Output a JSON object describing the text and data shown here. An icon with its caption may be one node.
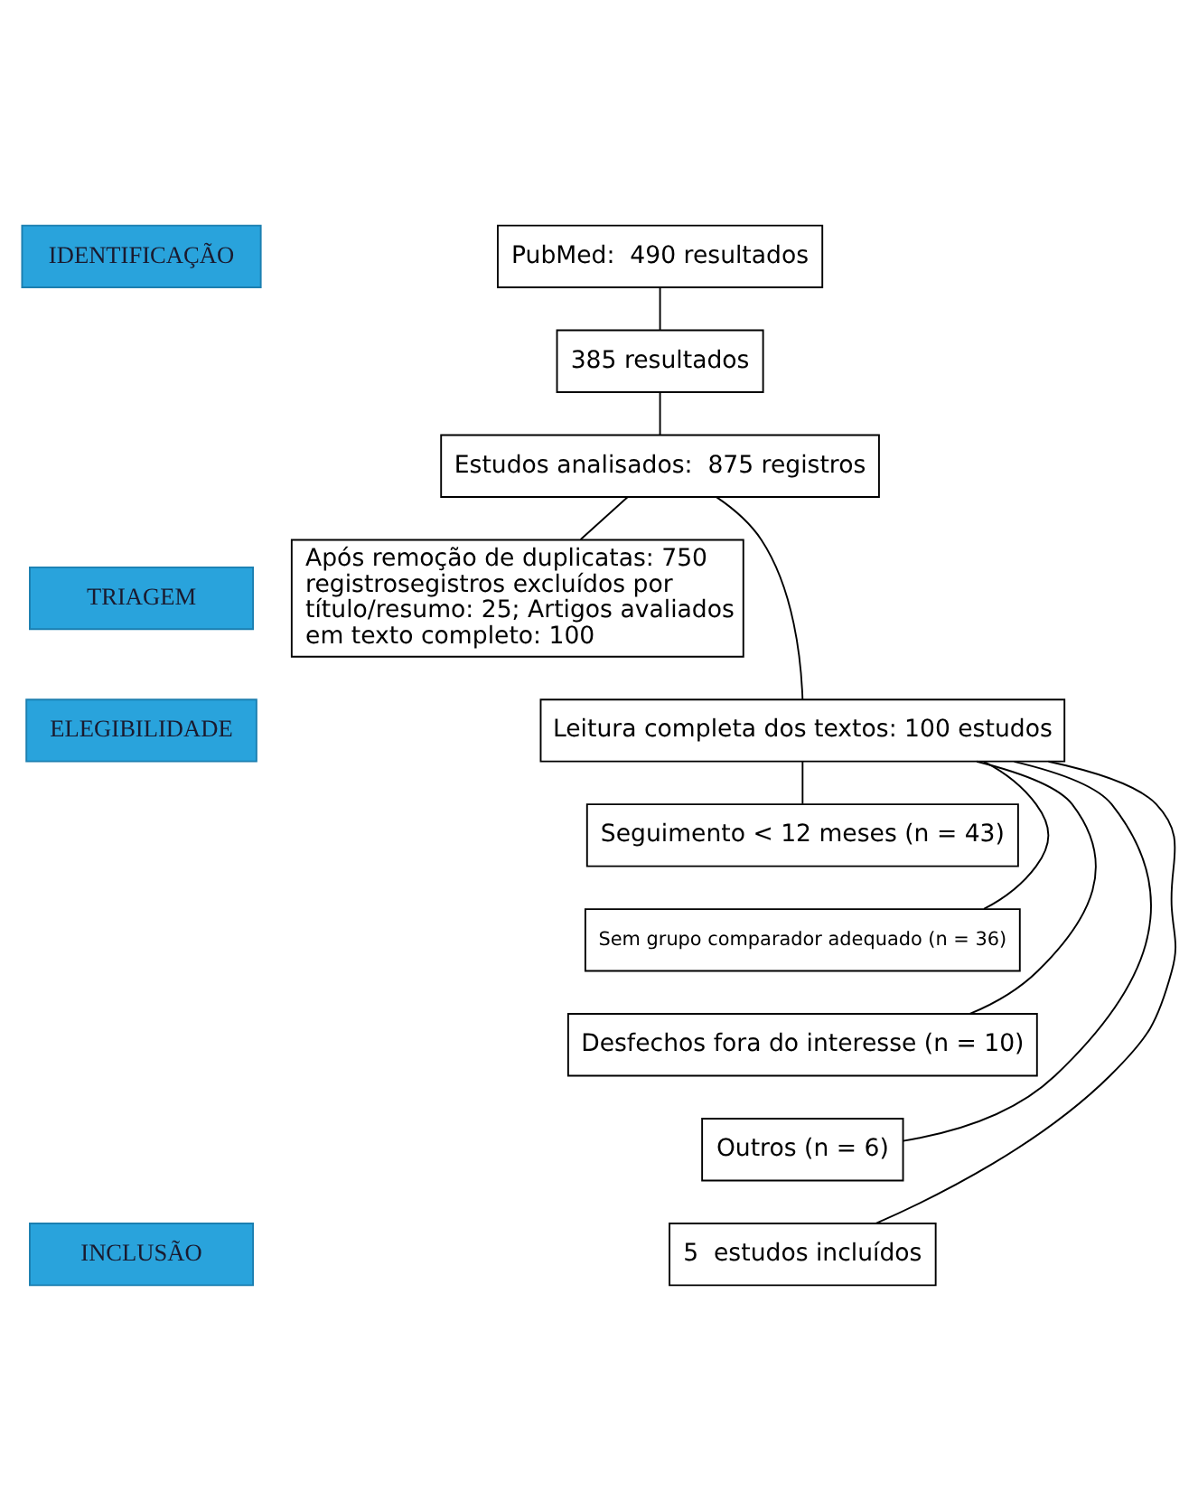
{
  "diagram": {
    "nodes": [
      {
        "text": [
          "IDENTIFICAÇÃO"
        ]
      },
      {
        "text": [
          "PubMed:  490 resultados"
        ]
      },
      {
        "text": [
          "385 resultados"
        ]
      },
      {
        "text": [
          "Estudos analisados:  875 registros"
        ]
      },
      {
        "text": [
          "TRIAGEM"
        ]
      },
      {
        "text": [
          "Após remoção de duplicatas: 750 registrosegistros excluídos por título/resumo: 25; Artigos avaliados em texto completo: 100"
        ]
      },
      {
        "text": [
          "ELEGIBILIDADE"
        ]
      },
      {
        "text": [
          "Leitura completa dos textos: 100 estudos"
        ]
      },
      {
        "text": [
          "Seguimento < 12 meses (n = 43)"
        ]
      },
      {
        "text": [
          "Sem grupo comparador adequado (n = 36)"
        ]
      },
      {
        "text": [
          "Desfechos fora do interesse (n = 10)"
        ]
      },
      {
        "text": [
          "Outros (n = 6)"
        ]
      },
      {
        "text": [
          "INCLUSÃO"
        ]
      },
      {
        "text": [
          "5  estudos incluídos"
        ]
      }
    ],
    "edges": [
      {
        "from": 1,
        "to": 2,
        "arrow": "none"
      },
      {
        "from": 2,
        "to": 3,
        "arrow": "none"
      },
      {
        "from": 3,
        "to": 5,
        "arrow": "none"
      },
      {
        "from": 3,
        "to": 7,
        "arrow": "none"
      },
      {
        "from": 7,
        "to": 8,
        "arrow": "none"
      },
      {
        "from": 7,
        "to": 9,
        "arrow": "none"
      },
      {
        "from": 7,
        "to": 10,
        "arrow": "none"
      },
      {
        "from": 7,
        "to": 11,
        "arrow": "none"
      },
      {
        "from": 7,
        "to": 13,
        "arrow": "none"
      }
    ]
  }
}
